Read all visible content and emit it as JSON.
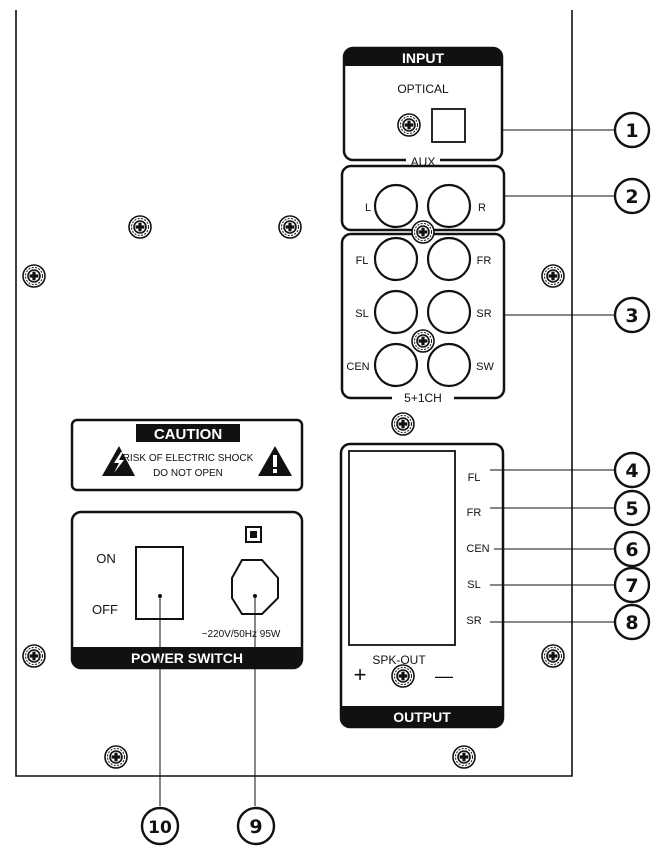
{
  "input": {
    "title": "INPUT",
    "optical_label": "OPTICAL",
    "aux_label": "AUX",
    "aux_left": "L",
    "aux_right": "R"
  },
  "channels": {
    "fl": "FL",
    "fr": "FR",
    "sl": "SL",
    "sr": "SR",
    "cen": "CEN",
    "sw": "SW",
    "group_label": "5+1CH"
  },
  "caution": {
    "title": "CAUTION",
    "line1": "RISK OF ELECTRIC SHOCK",
    "line2": "DO NOT OPEN"
  },
  "power": {
    "on_label": "ON",
    "off_label": "OFF",
    "rating": "~220V/50Hz 95W",
    "title": "POWER SWITCH"
  },
  "output": {
    "title": "OUTPUT",
    "spk_out": "SPK-OUT",
    "plus": "+",
    "minus": "—",
    "fl": "FL",
    "fr": "FR",
    "cen": "CEN",
    "sl": "SL",
    "sr": "SR"
  },
  "callouts": {
    "c1": "1",
    "c2": "2",
    "c3": "3",
    "c4": "4",
    "c5": "5",
    "c6": "6",
    "c7": "7",
    "c8": "8",
    "c9": "9",
    "c10": "10"
  }
}
